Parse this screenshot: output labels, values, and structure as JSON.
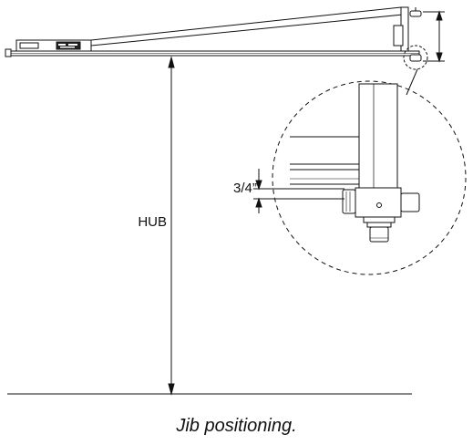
{
  "figure": {
    "hub_label": "HUB",
    "detail_dimension_label": "3/4”",
    "caption": "Jib positioning."
  }
}
